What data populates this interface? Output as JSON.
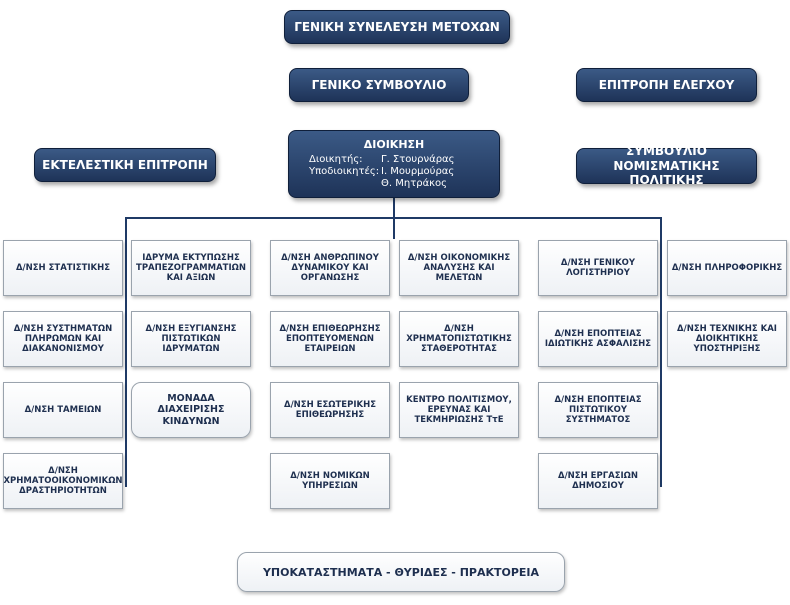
{
  "top": {
    "general_assembly": "ΓΕΝΙΚΗ ΣΥΝΕΛΕΥΣΗ ΜΕΤΟΧΩΝ",
    "general_council": "ΓΕΝΙΚΟ ΣΥΜΒΟΥΛΙΟ",
    "audit_committee": "ΕΠΙΤΡΟΠΗ ΕΛΕΓΧΟΥ",
    "executive_committee": "ΕΚΤΕΛΕΣΤΙΚΗ ΕΠΙΤΡΟΠΗ",
    "monetary_policy_council": "ΣΥΜΒΟΥΛΙΟ ΝΟΜΙΣΜΑΤΙΚΗΣ ΠΟΛΙΤΙΚΗΣ"
  },
  "management": {
    "title": "ΔΙΟΙΚΗΣΗ",
    "governor_label": "Διοικητής:",
    "governor_name": "Γ. Στουρνάρας",
    "deputies_label": "Υποδιοικητές:",
    "deputy1": "Ι. Μουρμούρας",
    "deputy2": "Θ. Μητράκος"
  },
  "col1": [
    "Δ/ΝΣΗ ΣΤΑΤΙΣΤΙΚΗΣ",
    "Δ/ΝΣΗ ΣΥΣΤΗΜΑΤΩΝ ΠΛΗΡΩΜΩΝ ΚΑΙ ΔΙΑΚΑΝΟΝΙΣΜΟΥ",
    "Δ/ΝΣΗ ΤΑΜΕΙΩΝ",
    "Δ/ΝΣΗ ΧΡΗΜΑΤΟΟΙΚΟΝΟΜΙΚΩΝ ΔΡΑΣΤΗΡΙΟΤΗΤΩΝ"
  ],
  "col2": [
    "ΙΔΡΥΜΑ ΕΚΤΥΠΩΣΗΣ ΤΡΑΠΕΖΟΓΡΑΜΜΑΤΙΩΝ ΚΑΙ ΑΞΙΩΝ",
    "Δ/ΝΣΗ ΕΞΥΓΙΑΝΣΗΣ ΠΙΣΤΩΤΙΚΩΝ ΙΔΡΥΜΑΤΩΝ",
    "ΜΟΝΑΔΑ ΔΙΑΧΕΙΡΙΣΗΣ ΚΙΝΔΥΝΩΝ"
  ],
  "col3": [
    "Δ/ΝΣΗ ΑΝΘΡΩΠΙΝΟΥ ΔΥΝΑΜΙΚΟΥ ΚΑΙ ΟΡΓΑΝΩΣΗΣ",
    "Δ/ΝΣΗ ΕΠΙΘΕΩΡΗΣΗΣ ΕΠΟΠΤΕΥΟΜΕΝΩΝ ΕΤΑΙΡΕΙΩΝ",
    "Δ/ΝΣΗ ΕΣΩΤΕΡΙΚΗΣ ΕΠΙΘΕΩΡΗΣΗΣ",
    "Δ/ΝΣΗ ΝΟΜΙΚΩΝ ΥΠΗΡΕΣΙΩΝ"
  ],
  "col4": [
    "Δ/ΝΣΗ ΟΙΚΟΝΟΜΙΚΗΣ ΑΝΑΛΥΣΗΣ ΚΑΙ ΜΕΛΕΤΩΝ",
    "Δ/ΝΣΗ ΧΡΗΜΑΤΟΠΙΣΤΩΤΙΚΗΣ ΣΤΑΘΕΡΟΤΗΤΑΣ",
    "ΚΕΝΤΡΟ ΠΟΛΙΤΙΣΜΟΥ, ΕΡΕΥΝΑΣ ΚΑΙ ΤΕΚΜΗΡΙΩΣΗΣ ΤτΕ"
  ],
  "col5": [
    "Δ/ΝΣΗ ΓΕΝΙΚΟΥ ΛΟΓΙΣΤΗΡΙΟΥ",
    "Δ/ΝΣΗ ΕΠΟΠΤΕΙΑΣ ΙΔΙΩΤΙΚΗΣ ΑΣΦΑΛΙΣΗΣ",
    "Δ/ΝΣΗ ΕΠΟΠΤΕΙΑΣ ΠΙΣΤΩΤΙΚΟΥ ΣΥΣΤΗΜΑΤΟΣ",
    "Δ/ΝΣΗ ΕΡΓΑΣΙΩΝ ΔΗΜΟΣΙΟΥ"
  ],
  "col6": [
    "Δ/ΝΣΗ ΠΛΗΡΟΦΟΡΙΚΗΣ",
    "Δ/ΝΣΗ ΤΕΧΝΙΚΗΣ ΚΑΙ ΔΙΟΙΚΗΤΙΚΗΣ ΥΠΟΣΤΗΡΙΞΗΣ"
  ],
  "branches": "ΥΠΟΚΑΤΑΣΤΗΜΑΤΑ - ΘΥΡΙΔΕΣ - ΠΡΑΚΤΟΡΕΙΑ"
}
